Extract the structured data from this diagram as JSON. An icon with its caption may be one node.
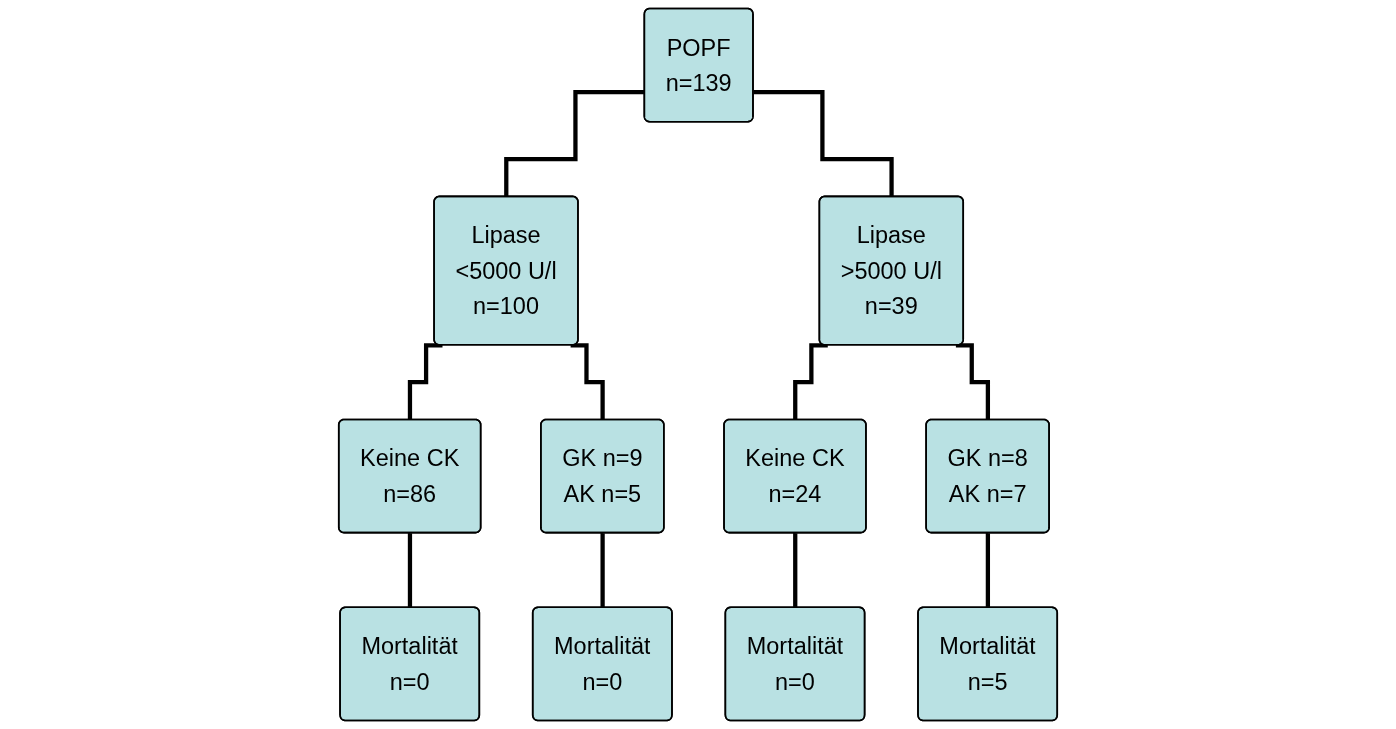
{
  "diagram": {
    "nodes": [
      {
        "text": [
          "POPF",
          "n=139"
        ]
      },
      {
        "text": [
          "Lipase",
          "<5000 U/l",
          "n=100"
        ]
      },
      {
        "text": [
          "Lipase",
          ">5000 U/l",
          "n=39"
        ]
      },
      {
        "text": [
          "Keine CK",
          "n=86"
        ]
      },
      {
        "text": [
          "GK n=9",
          "AK n=5"
        ]
      },
      {
        "text": [
          "Keine CK",
          "n=24"
        ]
      },
      {
        "text": [
          "GK n=8",
          "AK n=7"
        ]
      },
      {
        "text": [
          "Mortalität",
          "n=0"
        ]
      },
      {
        "text": [
          "Mortalität",
          "n=0"
        ]
      },
      {
        "text": [
          "Mortalität",
          "n=0"
        ]
      },
      {
        "text": [
          "Mortalität",
          "n=5"
        ]
      }
    ],
    "edges": [
      {
        "from": 0,
        "to": 1,
        "arrow": "none"
      },
      {
        "from": 0,
        "to": 2,
        "arrow": "none"
      },
      {
        "from": 1,
        "to": 3,
        "arrow": "none"
      },
      {
        "from": 1,
        "to": 4,
        "arrow": "none"
      },
      {
        "from": 2,
        "to": 5,
        "arrow": "none"
      },
      {
        "from": 2,
        "to": 6,
        "arrow": "none"
      },
      {
        "from": 3,
        "to": 7,
        "arrow": "none"
      },
      {
        "from": 4,
        "to": 8,
        "arrow": "none"
      },
      {
        "from": 5,
        "to": 9,
        "arrow": "none"
      },
      {
        "from": 6,
        "to": 10,
        "arrow": "none"
      }
    ]
  }
}
